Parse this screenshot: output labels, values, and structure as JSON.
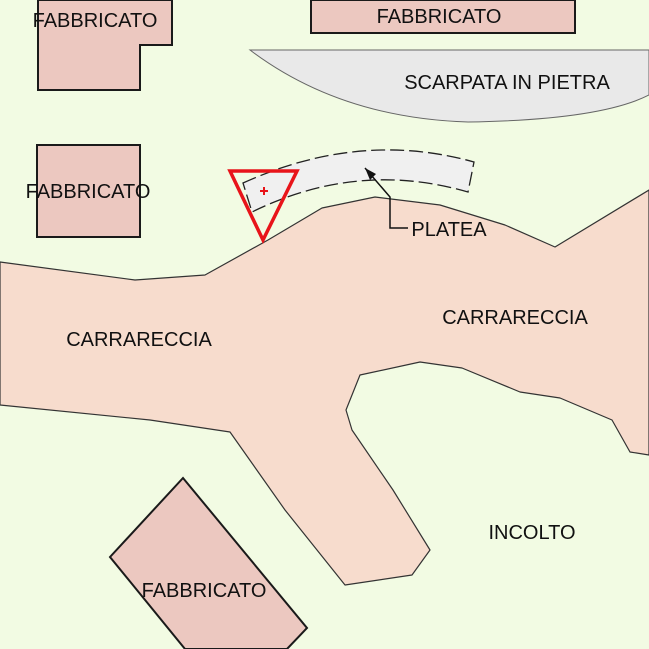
{
  "colors": {
    "background": "#f2fbe3",
    "building_fill": "#ecc8c0",
    "building_stroke": "#1a1a1a",
    "road_fill": "#f7dccd",
    "road_stroke": "#333333",
    "embankment_fill": "#e9e9e9",
    "slab_fill": "#f0f0f0",
    "marker_stroke": "#e8141a"
  },
  "labels": {
    "building_top_left": "FABBRICATO",
    "building_top_center": "FABBRICATO",
    "building_mid_left": "FABBRICATO",
    "building_bottom": "FABBRICATO",
    "embankment": "SCARPATA IN PIETRA",
    "slab": "PLATEA",
    "road_west": "CARRARECCIA",
    "road_east": "CARRARECCIA",
    "uncultivated": "INCOLTO"
  },
  "marker": {
    "icon": "red-triangle-viewpoint-icon"
  }
}
